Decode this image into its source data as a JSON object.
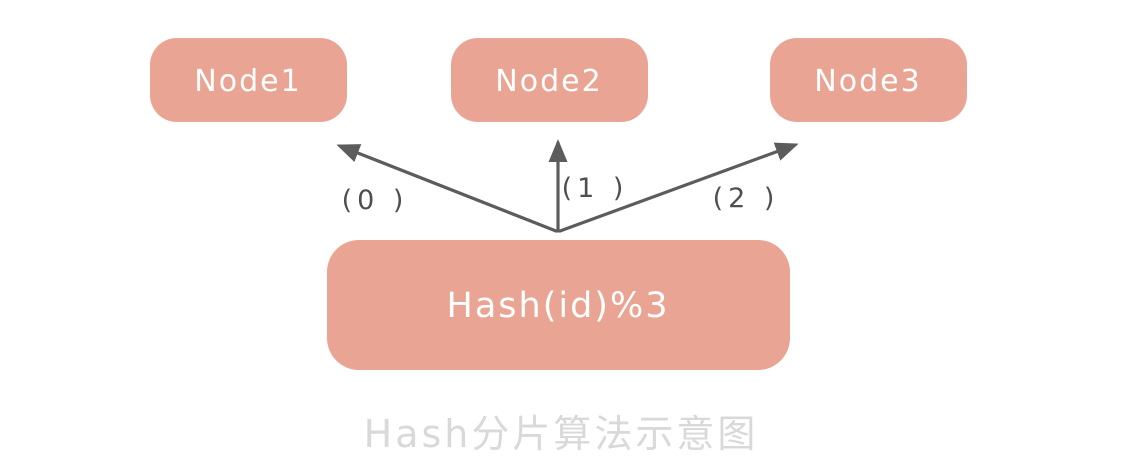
{
  "diagram": {
    "caption": "Hash分片算法示意图",
    "hash_box": {
      "label": "Hash(id)%3"
    },
    "nodes": [
      {
        "label": "Node1"
      },
      {
        "label": "Node2"
      },
      {
        "label": "Node3"
      }
    ],
    "arrows": [
      {
        "label": "(0 )",
        "target": "Node1"
      },
      {
        "label": "(1 )",
        "target": "Node2"
      },
      {
        "label": "(2 )",
        "target": "Node3"
      }
    ],
    "colors": {
      "box_fill": "#EAA493",
      "box_text": "#FFFFFF",
      "arrow": "#5C5C5C",
      "arrow_label": "#4F4F4F",
      "caption": "#D9D9D9",
      "background": "#FFFFFF"
    }
  }
}
